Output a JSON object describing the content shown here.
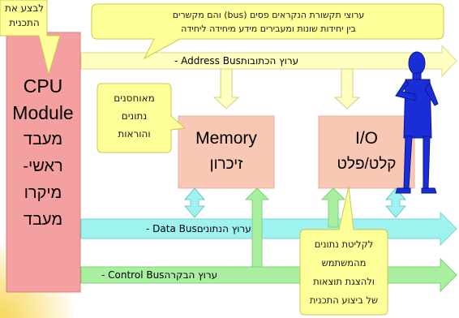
{
  "top_left_callout": {
    "lines": [
      "לבצע את",
      "התכנית"
    ]
  },
  "top_callout": {
    "lines": [
      "ערוצי תקשורת הנקראים פסים (bus) והם מקשרים",
      "בין יחידות שונות ומעבירים מידע מיחידה ליחידה"
    ]
  },
  "cpu": {
    "lines": [
      "CPU",
      "Module",
      "מעבד",
      "-ראשי",
      "מיקרו",
      "מעבד"
    ]
  },
  "memory_callout": {
    "lines": [
      "מאוחסנים",
      "נתונים",
      "והוראות"
    ]
  },
  "memory": {
    "title": "Memory",
    "subtitle": "זיכרון"
  },
  "io": {
    "title": "I/O",
    "subtitle": "קלט/פלט"
  },
  "buses": {
    "address": "-  Address Busערוץ הכתובות",
    "data": "-  Data Busערוץ הנתונים",
    "control": "-  Control  Busערוץ הבקרה"
  },
  "io_callout": {
    "lines": [
      "לקליטת נתונים",
      "מהמשתמש",
      "ולהצגת תוצאות",
      "של ביצוע התכנית"
    ]
  },
  "colors": {
    "callout_fill": "#ffff99",
    "cpu_fill": "#f4a0a0",
    "box_fill": "#f8c8b4",
    "address_bus": "#ffffc0",
    "data_bus": "#9ef2f0",
    "control_bus": "#a8f0a0",
    "figure": "#1a2ed8"
  }
}
